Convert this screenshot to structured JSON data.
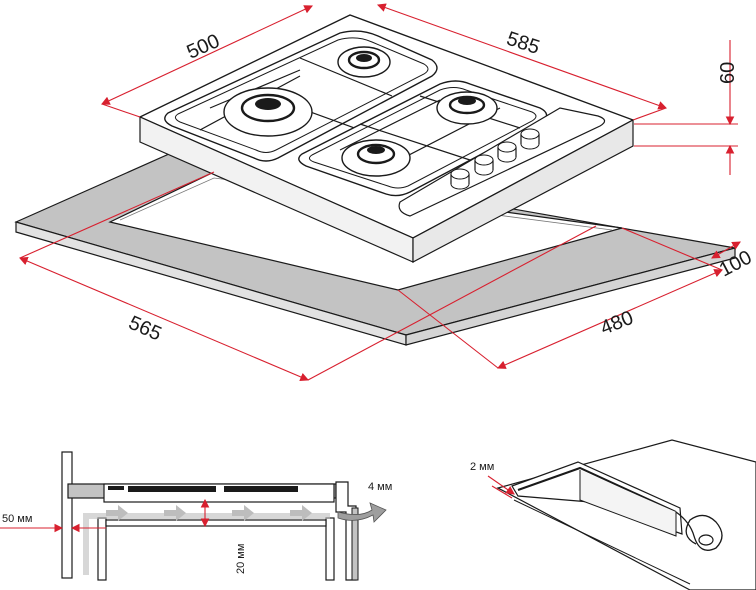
{
  "dimensions": {
    "hob_depth": "500",
    "hob_width": "585",
    "hob_height": "60",
    "cutout_width": "565",
    "cutout_depth": "480",
    "edge_offset": "100"
  },
  "section_detail": {
    "wall_gap": "50 мм",
    "under_gap": "20 мм",
    "airflow_gap": "4 мм"
  },
  "seal_detail": {
    "seal_thickness": "2 мм"
  },
  "colors": {
    "dimension_line": "#d8202f",
    "countertop": "#c3c3c3",
    "airflow_arrow": "#bdbdbd"
  }
}
